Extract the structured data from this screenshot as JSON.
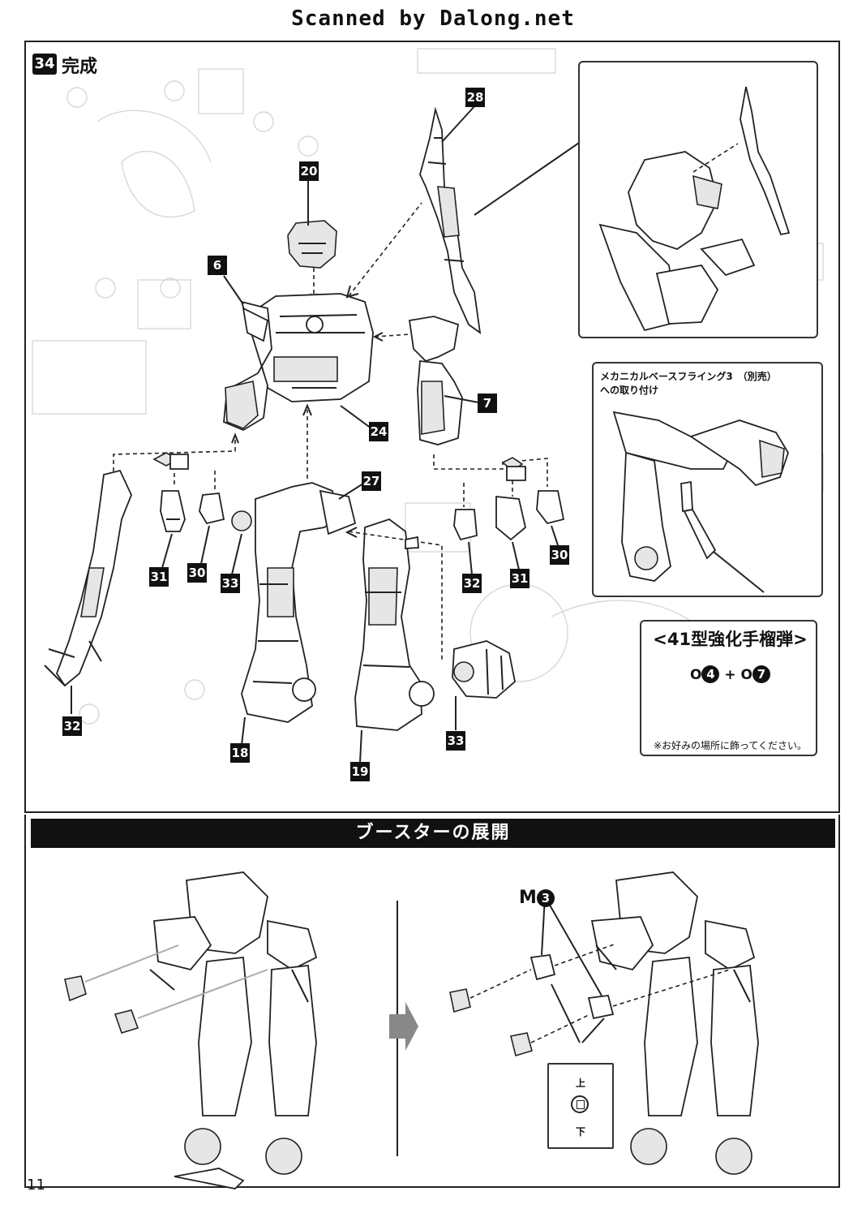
{
  "watermark": "Scanned by Dalong.net",
  "step": {
    "number": "34",
    "title": "完成"
  },
  "parts": [
    "6",
    "20",
    "28",
    "7",
    "24",
    "27",
    "31",
    "30",
    "33",
    "32",
    "31",
    "30",
    "32",
    "18",
    "19",
    "33"
  ],
  "inset_stand": {
    "caption_line1": "メカニカルベースフライング3　（別売）",
    "caption_line2": "への取り付け"
  },
  "grenade": {
    "title": "<41型強化手榴弾>",
    "eq_a_prefix": "O",
    "eq_a_num": "4",
    "eq_plus": "+",
    "eq_b_prefix": "O",
    "eq_b_num": "7",
    "note": "※お好みの場所に飾ってください。"
  },
  "booster": {
    "banner": "ブースターの展開",
    "part_label": "M",
    "part_num": "3",
    "orient_up": "上",
    "orient_down": "下"
  },
  "page_number": "11"
}
